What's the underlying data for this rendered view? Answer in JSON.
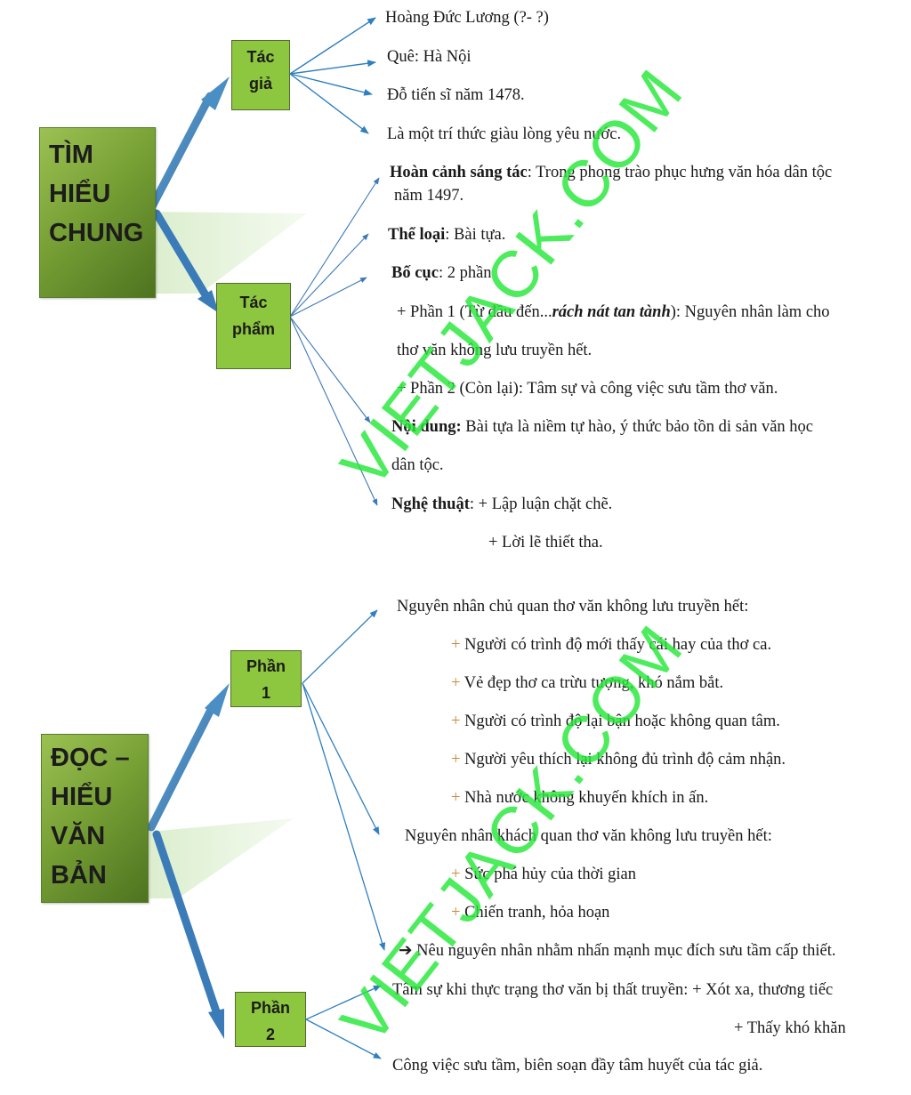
{
  "section1": {
    "title_lines": [
      "TÌM",
      "HIỂU",
      "CHUNG"
    ],
    "tac_gia": {
      "label_lines": [
        "Tác",
        "giả"
      ],
      "items": [
        "Hoàng Đức Lương (?- ?)",
        "Quê: Hà Nội",
        "Đỗ tiến sĩ năm 1478.",
        "Là một trí thức giàu lòng yêu nước."
      ]
    },
    "tac_pham": {
      "label_lines": [
        "Tác",
        "phẩm"
      ],
      "hoan_canh_label": "Hoàn cảnh sáng tác",
      "hoan_canh_text": ": Trong phong trào phục hưng văn hóa dân tộc",
      "hoan_canh_text2": "năm 1497.",
      "the_loai_label": "Thể loại",
      "the_loai_text": ": Bài tựa.",
      "bo_cuc_label": "Bố cục",
      "bo_cuc_text": ": 2 phần",
      "phan1_prefix": "+ Phần 1 (Từ đầu đến...",
      "phan1_italic": "rách nát tan tành",
      "phan1_suffix": "): Nguyên nhân làm cho",
      "phan1_line2": "thơ văn không lưu truyền hết.",
      "phan2": "+ Phần 2 (Còn lại): Tâm sự và công việc sưu tầm thơ văn.",
      "noi_dung_label": "Nội dung:",
      "noi_dung_text": " Bài tựa là niềm tự hào, ý thức bảo tồn di sản văn học",
      "noi_dung_line2": "dân tộc.",
      "nghe_thuat_label": "Nghệ thuật",
      "nghe_thuat_text": ": + Lập luận chặt chẽ.",
      "nghe_thuat_line2": "+ Lời lẽ thiết tha."
    }
  },
  "section2": {
    "title_lines": [
      "ĐỌC –",
      "HIỂU",
      "VĂN",
      "BẢN"
    ],
    "phan1": {
      "label_lines": [
        "Phần",
        "1"
      ],
      "chu_quan_heading": "Nguyên nhân chủ quan thơ văn không lưu truyền hết:",
      "chu_quan_items": [
        "Người có trình độ mới thấy cái hay của thơ ca.",
        "Vẻ đẹp thơ ca trừu tượng, khó nắm bắt.",
        "Người có trình độ lại bận hoặc không quan tâm.",
        "Người yêu thích lại không đủ trình độ cảm nhận.",
        "Nhà nước không khuyến khích in ấn."
      ],
      "khach_quan_heading": "Nguyên nhân khách quan thơ văn không lưu truyền hết:",
      "khach_quan_items": [
        "Sức phá hủy của thời gian",
        "Chiến tranh, hỏa hoạn"
      ],
      "conclusion_arrow": "➔",
      "conclusion": "Nêu nguyên nhân nhằm nhấn mạnh mục đích sưu tầm cấp thiết."
    },
    "phan2": {
      "label_lines": [
        "Phần",
        "2"
      ],
      "tam_su": "Tâm sự  khi thực trạng thơ văn bị thất truyền: + Xót xa, thương tiếc",
      "tam_su_line2": "+ Thấy khó khăn",
      "cong_viec": "Công việc sưu tầm, biên soạn đầy tâm huyết của tác giả."
    }
  },
  "watermark": "VIETJACK.COM",
  "colors": {
    "main_box": "#77a035",
    "sub_box": "#8dc63f",
    "arrow": "#2f7fc1",
    "thick_arrow": "#4a8fc4",
    "watermark": "#27e83a"
  }
}
